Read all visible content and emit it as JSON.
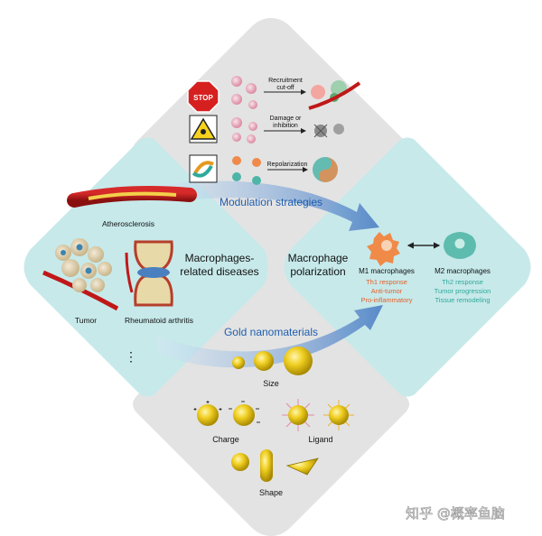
{
  "strategies": {
    "stop_sign": "STOP",
    "recruitment_line1": "Recruitment",
    "recruitment_line2": "cut-off",
    "damage_line1": "Damage or",
    "damage_line2": "inhibition",
    "repolarization": "Repolarization",
    "title": "Modulation strategies"
  },
  "diseases": {
    "title_line1": "Macrophages-",
    "title_line2": "related diseases",
    "atherosclerosis": "Atherosclerosis",
    "tumor": "Tumor",
    "rheumatoid": "Rheumatoid arthritis",
    "more": "⋮"
  },
  "polarization": {
    "title_line1": "Macrophage",
    "title_line2": "polarization",
    "m1": {
      "label": "M1 macrophages",
      "traits": [
        "Th1 response",
        "Anti-tumor",
        "Pro-inflammatory"
      ]
    },
    "m2": {
      "label": "M2 macrophages",
      "traits": [
        "Th2 response",
        "Tumor progression",
        "Tissue remodeling"
      ]
    }
  },
  "nanomaterials": {
    "title": "Gold nanomaterials",
    "size": "Size",
    "charge": "Charge",
    "ligand": "Ligand",
    "shape": "Shape"
  },
  "watermark": "知乎 @概率鱼脑",
  "colors": {
    "grey_diamond": "#e3e3e3",
    "teal_diamond": "#c7e9ea",
    "title_blue": "#1f5fae",
    "m1_orange": "#e4612a",
    "m2_teal": "#2ea99b",
    "gold": "#e6c117"
  }
}
